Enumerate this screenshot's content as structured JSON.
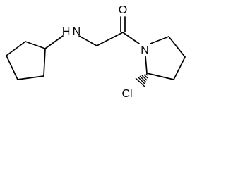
{
  "molecule": {
    "atoms": {
      "oxygen": "O",
      "amine_nitrogen": "H N",
      "ring_nitrogen": "N",
      "chlorine": "Cl"
    },
    "stereo_bond": "hashed-wedge"
  }
}
